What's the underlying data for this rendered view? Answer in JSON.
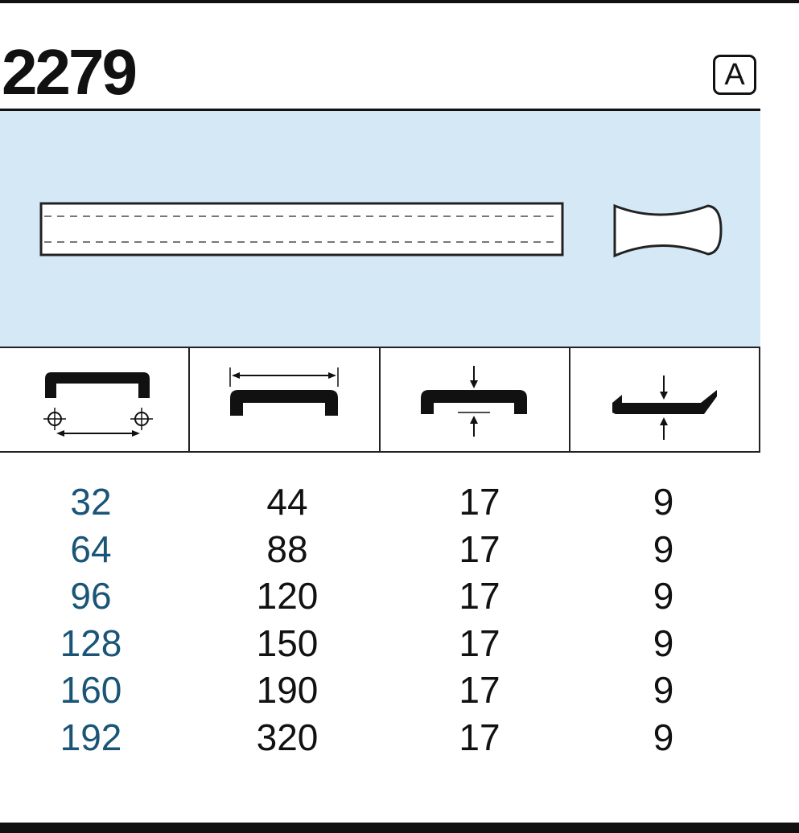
{
  "product": {
    "model_number": "2279",
    "variant_badge": "A"
  },
  "columns": [
    {
      "icon": "hole-spacing-icon"
    },
    {
      "icon": "overall-length-icon"
    },
    {
      "icon": "height-icon"
    },
    {
      "icon": "thickness-icon"
    }
  ],
  "rows": [
    {
      "spacing": "32",
      "length": "44",
      "height": "17",
      "thickness": "9"
    },
    {
      "spacing": "64",
      "length": "88",
      "height": "17",
      "thickness": "9"
    },
    {
      "spacing": "96",
      "length": "120",
      "height": "17",
      "thickness": "9"
    },
    {
      "spacing": "128",
      "length": "150",
      "height": "17",
      "thickness": "9"
    },
    {
      "spacing": "160",
      "length": "190",
      "height": "17",
      "thickness": "9"
    },
    {
      "spacing": "192",
      "length": "320",
      "height": "17",
      "thickness": "9"
    }
  ],
  "colors": {
    "panel_background": "#d4e8f5",
    "key_column_text": "#1a5577",
    "text": "#111111"
  }
}
